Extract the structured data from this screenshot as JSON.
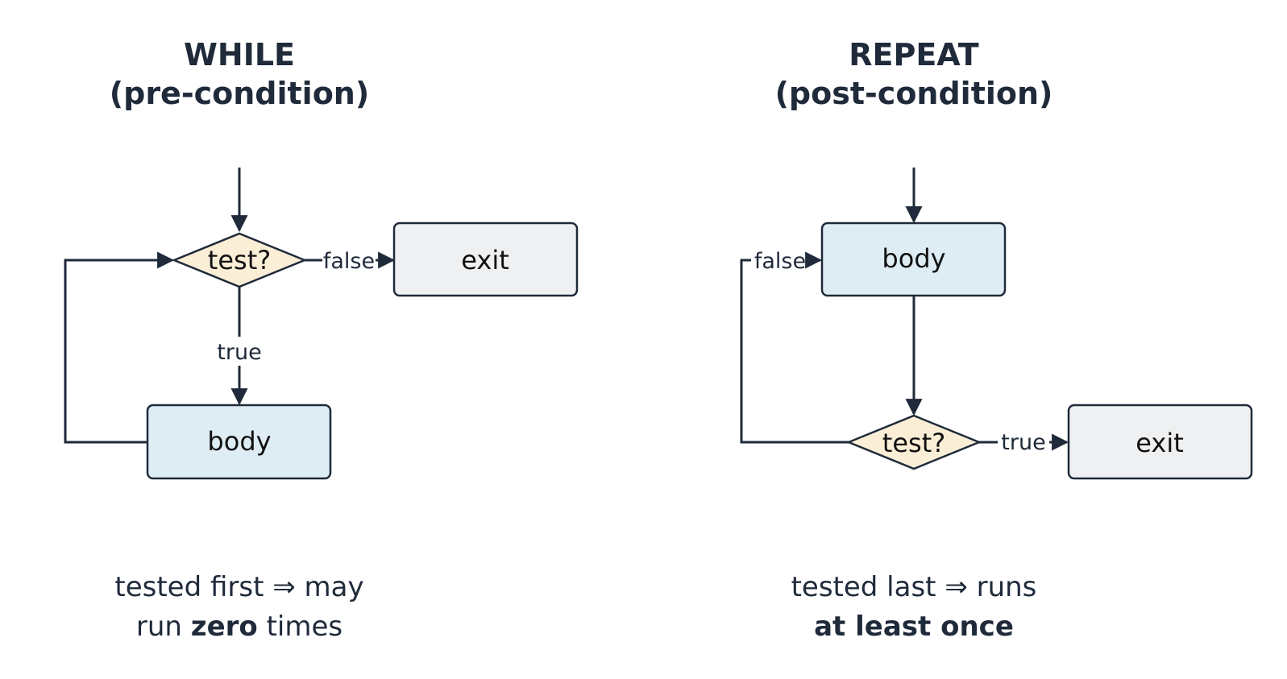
{
  "colors": {
    "ink": "#1f2a3a",
    "body_fill": "#deedf4",
    "test_fill": "#fbeed6",
    "exit_fill": "#eff0f1"
  },
  "while": {
    "title": "WHILE",
    "subtitle": "(pre-condition)",
    "test": "test?",
    "false_label": "false",
    "true_label": "true",
    "exit": "exit",
    "body": "body",
    "caption": {
      "line1": "tested first ⇒ may",
      "line2_pre": "run ",
      "line2_bold": "zero",
      "line2_post": " times"
    }
  },
  "repeat": {
    "title": "REPEAT",
    "subtitle": "(post-condition)",
    "body": "body",
    "false_label": "false",
    "test": "test?",
    "true_label": "true",
    "exit": "exit",
    "caption": {
      "line1": "tested last ⇒ runs",
      "line2_bold": "at least once"
    }
  }
}
